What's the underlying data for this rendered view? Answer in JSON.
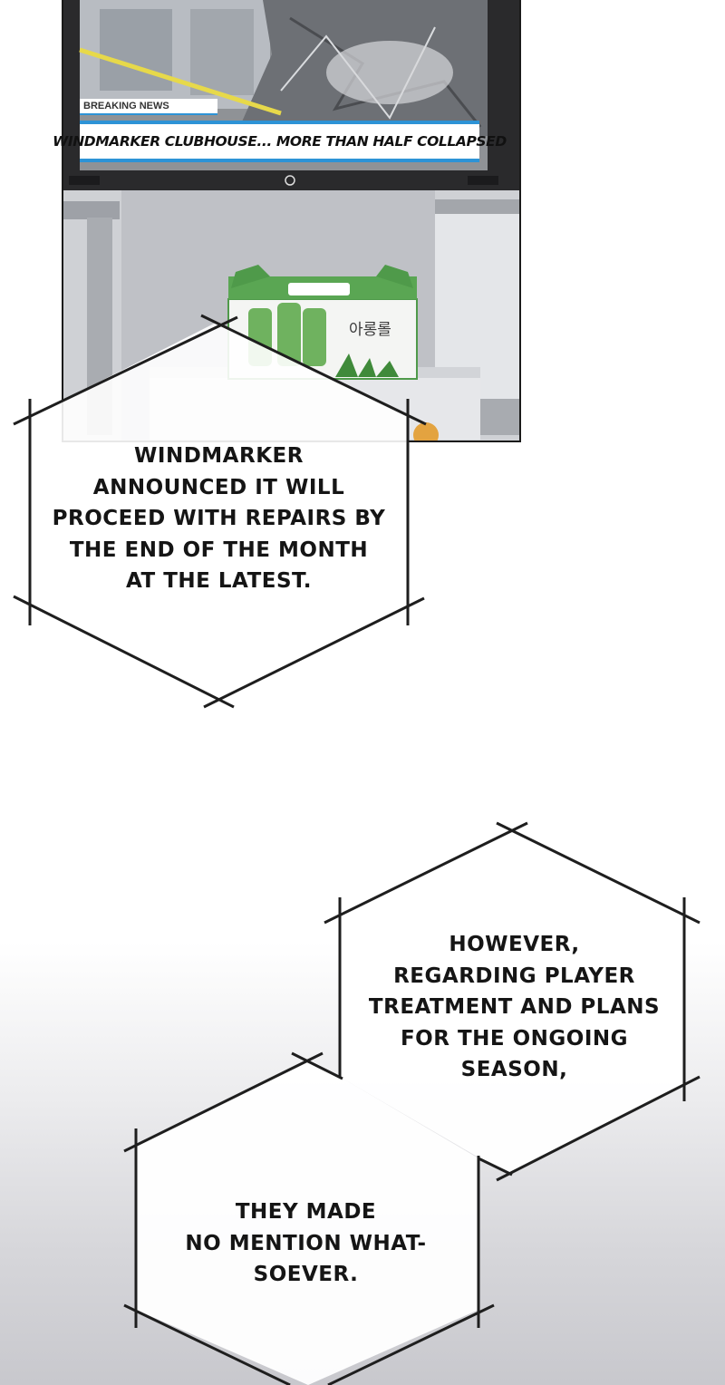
{
  "tv": {
    "news_tag": "BREAKING NEWS",
    "headline": "WINDMARKER CLUBHOUSE... MORE THAN HALF COLLAPSED"
  },
  "box": {
    "label": "아롱롤"
  },
  "narrations": {
    "box1": [
      "WINDMARKER",
      "ANNOUNCED IT WILL",
      "PROCEED WITH REPAIRS BY",
      "THE END OF THE MONTH",
      "AT THE LATEST."
    ],
    "box2": [
      "HOWEVER,",
      "REGARDING PLAYER",
      "TREATMENT AND PLANS",
      "FOR THE ONGOING",
      "SEASON,"
    ],
    "box3": [
      "THEY MADE",
      "NO MENTION WHAT-",
      "SOEVER."
    ]
  },
  "colors": {
    "news_accent": "#2d93d6",
    "box_green": "#4f9a4a",
    "ink": "#151515"
  }
}
